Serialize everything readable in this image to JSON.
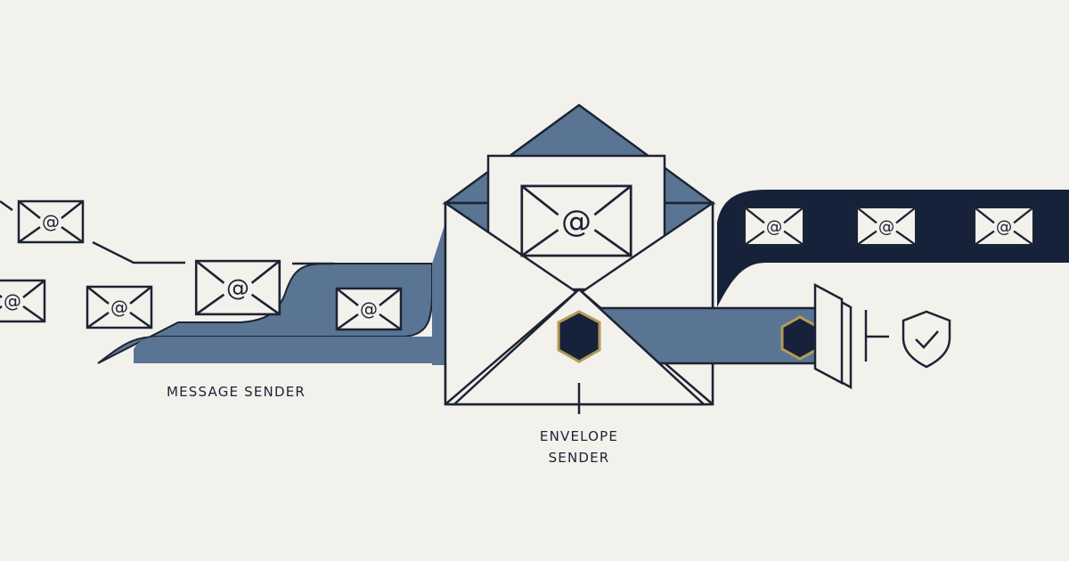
{
  "labels": {
    "message_sender": "MESSAGE SENDER",
    "envelope_sender_line1": "ENVELOPE",
    "envelope_sender_line2": "SENDER"
  },
  "envelope_symbol": "@",
  "colors": {
    "background": "#f3f1ec",
    "navy": "#16213a",
    "slate_blue": "#5a7494",
    "paper": "#f3f1ec",
    "gold": "#b39a5a",
    "line": "#1c2433"
  }
}
